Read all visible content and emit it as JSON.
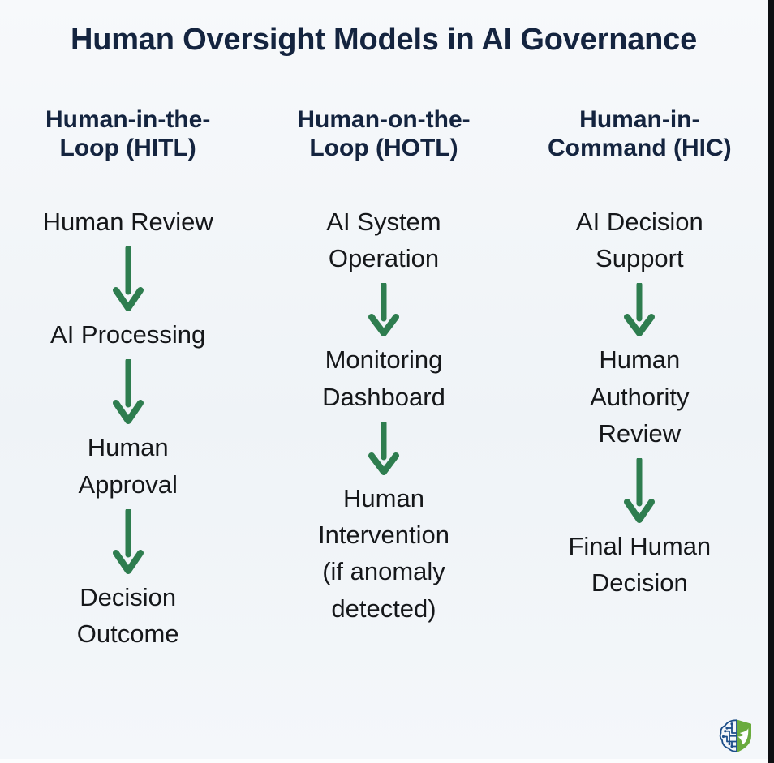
{
  "title": "Human Oversight Models in AI Governance",
  "theme": {
    "background": "#f2f5f8",
    "title_color": "#14243f",
    "header_color": "#14243f",
    "step_color": "#15171a",
    "arrow_color": "#2e7d4f",
    "edge_color": "#0d0f12"
  },
  "columns": [
    {
      "header": "Human-in-the-\nLoop (HITL)",
      "header_line1": "Human-in-the-",
      "header_line2": "Loop (HITL)",
      "abbreviation": "HITL",
      "steps": [
        "Human Review",
        "AI Processing",
        "Human\nApproval",
        "Decision\nOutcome"
      ]
    },
    {
      "header": "Human-on-the-\nLoop (HOTL)",
      "header_line1": "Human-on-the-",
      "header_line2": "Loop (HOTL)",
      "abbreviation": "HOTL",
      "steps": [
        "AI System\nOperation",
        "Monitoring\nDashboard",
        "Human\nIntervention\n(if anomaly\ndetected)"
      ]
    },
    {
      "header": "Human-in-\nCommand (HIC)",
      "header_line1": "Human-in-",
      "header_line2": "Command (HIC)",
      "abbreviation": "HIC",
      "steps": [
        "AI Decision\nSupport",
        "Human\nAuthority\nReview",
        "Final Human\nDecision"
      ]
    }
  ],
  "logo": {
    "name": "brain-shield-logo",
    "brain_color": "#1d4e89",
    "shield_color": "#6aab3e",
    "check_color": "#ffffff"
  }
}
